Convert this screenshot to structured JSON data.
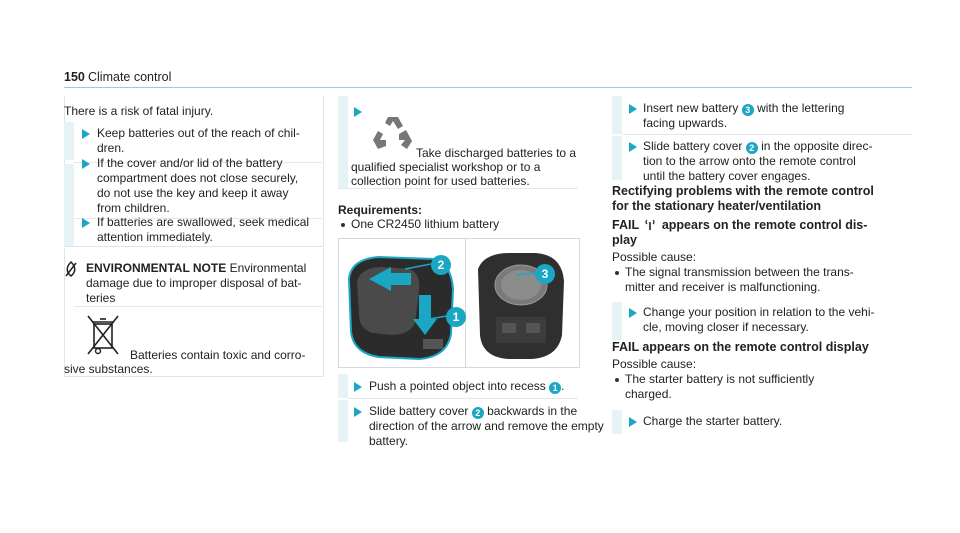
{
  "header": {
    "page_number": "150",
    "section_title": "Climate control"
  },
  "warning": {
    "intro": "There is a risk of fatal injury.",
    "items": [
      [
        "Keep batteries out of the reach of chil-",
        "dren."
      ],
      [
        "If the cover and/or lid of the battery",
        "compartment does not close securely,",
        "do not use the key and keep it away",
        "from children."
      ],
      [
        "If batteries are swallowed, seek medical",
        "attention immediately."
      ]
    ]
  },
  "environment": {
    "title": "ENVIRONMENTAL NOTE",
    "title_rest": " Environmental",
    "lines": [
      "damage due to improper disposal of bat-",
      "teries"
    ],
    "note_line1": "Batteries contain toxic and corro-",
    "note_line2": "sive substances.",
    "icon": "crossed-out-wheelie-bin-icon"
  },
  "recycle": {
    "icon": "recycling-icon",
    "lines": [
      "Take discharged batteries to a",
      "qualified specialist workshop or to a",
      "collection point for used batteries."
    ]
  },
  "requirements": {
    "title": "Requirements:",
    "item": "One CR2450 lithium battery"
  },
  "figure": {
    "callouts": [
      "2",
      "1",
      "3"
    ]
  },
  "steps_mid": [
    {
      "pre": "Push a pointed object into recess",
      "badge": "1",
      "post": ".",
      "lines": []
    },
    {
      "pre": "Slide battery cover",
      "badge": "2",
      "post": " backwards in the",
      "lines": [
        "direction of the arrow and remove the empty",
        "battery."
      ]
    }
  ],
  "steps_right": [
    {
      "pre": "Insert new battery",
      "badge": "3",
      "post": " with the lettering",
      "lines": [
        "facing upwards."
      ]
    },
    {
      "pre": "Slide battery cover",
      "badge": "2",
      "post": " in the opposite direc-",
      "lines": [
        "tion to the arrow onto the remote control",
        "until the battery cover engages."
      ]
    }
  ],
  "rectifying": {
    "heading_l1": "Rectifying problems with the remote control",
    "heading_l2": "for the stationary heater/ventilation",
    "fail1_pre": "FAIL",
    "fail1_post": "appears on the remote control dis-",
    "fail1_l2": "play",
    "cause1": "Possible cause:",
    "cause1_bullet": [
      "The signal transmission between the trans-",
      "mitter and receiver is malfunctioning."
    ],
    "action1": [
      "Change your position in relation to the vehi-",
      "cle, moving closer if necessary."
    ],
    "fail2": "FAIL appears on the remote control display",
    "cause2": "Possible cause:",
    "cause2_bullet": [
      "The starter battery is not sufficiently",
      "charged."
    ],
    "action2": "Charge the starter battery."
  }
}
